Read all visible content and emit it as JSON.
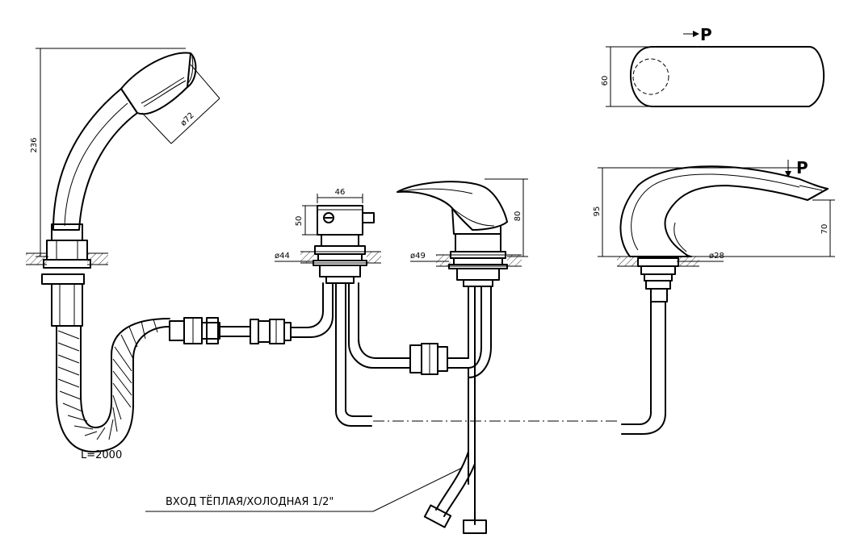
{
  "dims": {
    "shower_height": "236",
    "shower_head_dia": "ø72",
    "hose_length": "L=2000",
    "diverter_width": "46",
    "diverter_height": "50",
    "diverter_dia": "ø44",
    "mixer_dia": "ø49",
    "mixer_height": "80",
    "spout_height": "95",
    "spout_outlet_height": "70",
    "spout_dia": "ø28",
    "top_view_width": "60"
  },
  "view_markers": {
    "top": "P",
    "side": "P"
  },
  "inlet_label": "ВХОД  ТЁПЛАЯ/ХОЛОДНАЯ     1/2\""
}
